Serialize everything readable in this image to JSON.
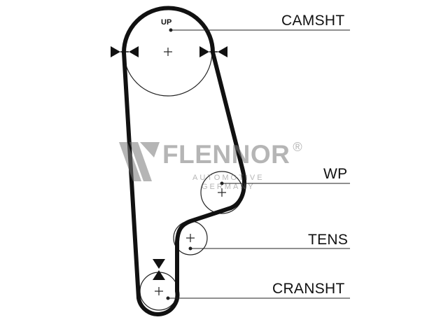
{
  "labels": {
    "camshaft": "CAMSHT",
    "water_pump": "WP",
    "tensioner": "TENS",
    "crankshaft": "CRANSHT",
    "up_marker": "UP"
  },
  "watermark": {
    "brand": "FLENNOR",
    "registered": "®",
    "line1": "AUTOMOTIVE",
    "line2": "GERMANY",
    "color": "#7a7a7a"
  },
  "colors": {
    "belt": "#111111",
    "lines": "#222222",
    "background": "#ffffff"
  }
}
